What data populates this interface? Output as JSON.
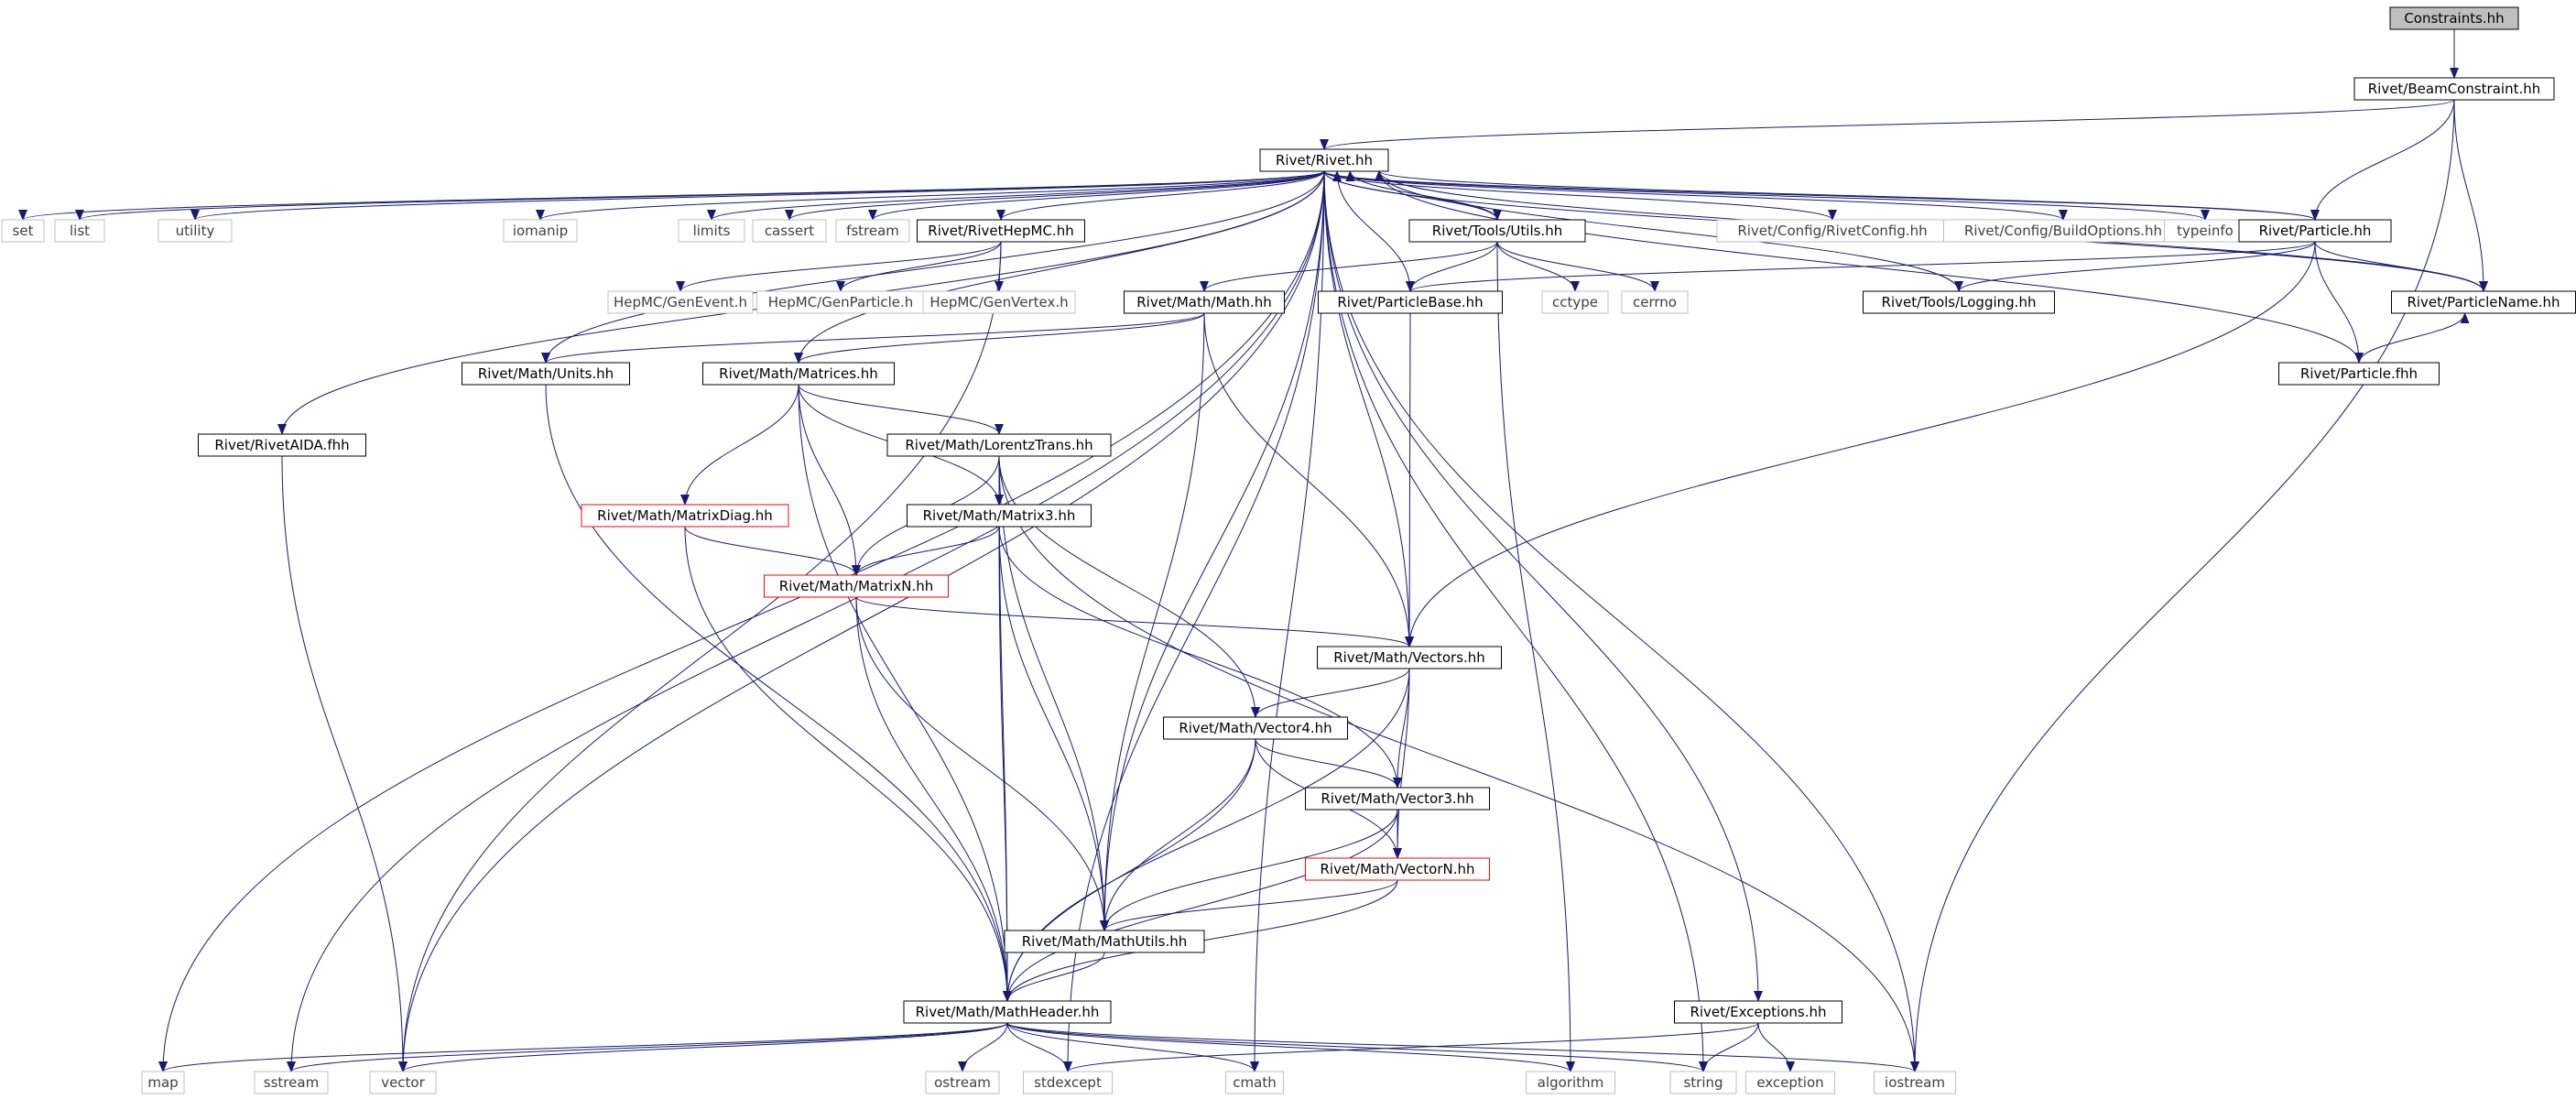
{
  "colors": {
    "edge": "#191970",
    "border_default": "#000000",
    "border_external": "#bfbfbf",
    "border_truncated": "#ff0000",
    "root_fill": "#bfbfbf",
    "text_default": "#000000",
    "text_external": "#404040"
  },
  "nodes": [
    {
      "id": "constraints",
      "label": "Constraints.hh",
      "style": "root"
    },
    {
      "id": "beamconstraint",
      "label": "Rivet/BeamConstraint.hh",
      "style": "normal"
    },
    {
      "id": "rivet",
      "label": "Rivet/Rivet.hh",
      "style": "normal"
    },
    {
      "id": "set",
      "label": "set",
      "style": "external"
    },
    {
      "id": "list",
      "label": "list",
      "style": "external"
    },
    {
      "id": "utility",
      "label": "utility",
      "style": "external"
    },
    {
      "id": "iomanip",
      "label": "iomanip",
      "style": "external"
    },
    {
      "id": "limits",
      "label": "limits",
      "style": "external"
    },
    {
      "id": "cassert",
      "label": "cassert",
      "style": "external"
    },
    {
      "id": "fstream",
      "label": "fstream",
      "style": "external"
    },
    {
      "id": "rivethepmc",
      "label": "Rivet/RivetHepMC.hh",
      "style": "normal"
    },
    {
      "id": "toolsutils",
      "label": "Rivet/Tools/Utils.hh",
      "style": "normal"
    },
    {
      "id": "rivetconfig",
      "label": "Rivet/Config/RivetConfig.hh",
      "style": "external"
    },
    {
      "id": "buildoptions",
      "label": "Rivet/Config/BuildOptions.hh",
      "style": "external"
    },
    {
      "id": "typeinfo",
      "label": "typeinfo",
      "style": "external"
    },
    {
      "id": "particle",
      "label": "Rivet/Particle.hh",
      "style": "normal"
    },
    {
      "id": "genevent",
      "label": "HepMC/GenEvent.h",
      "style": "external"
    },
    {
      "id": "genparticle",
      "label": "HepMC/GenParticle.h",
      "style": "external"
    },
    {
      "id": "genvertex",
      "label": "HepMC/GenVertex.h",
      "style": "external"
    },
    {
      "id": "mathmath",
      "label": "Rivet/Math/Math.hh",
      "style": "normal"
    },
    {
      "id": "particlebase",
      "label": "Rivet/ParticleBase.hh",
      "style": "normal"
    },
    {
      "id": "cctype",
      "label": "cctype",
      "style": "external"
    },
    {
      "id": "cerrno",
      "label": "cerrno",
      "style": "external"
    },
    {
      "id": "logging",
      "label": "Rivet/Tools/Logging.hh",
      "style": "normal"
    },
    {
      "id": "particlename",
      "label": "Rivet/ParticleName.hh",
      "style": "normal"
    },
    {
      "id": "units",
      "label": "Rivet/Math/Units.hh",
      "style": "normal"
    },
    {
      "id": "matrices",
      "label": "Rivet/Math/Matrices.hh",
      "style": "normal"
    },
    {
      "id": "particlefhh",
      "label": "Rivet/Particle.fhh",
      "style": "normal"
    },
    {
      "id": "rivetaida",
      "label": "Rivet/RivetAIDA.fhh",
      "style": "normal"
    },
    {
      "id": "lorentz",
      "label": "Rivet/Math/LorentzTrans.hh",
      "style": "normal"
    },
    {
      "id": "matrixdiag",
      "label": "Rivet/Math/MatrixDiag.hh",
      "style": "truncated"
    },
    {
      "id": "matrix3",
      "label": "Rivet/Math/Matrix3.hh",
      "style": "normal"
    },
    {
      "id": "matrixn",
      "label": "Rivet/Math/MatrixN.hh",
      "style": "truncated"
    },
    {
      "id": "vectors",
      "label": "Rivet/Math/Vectors.hh",
      "style": "normal"
    },
    {
      "id": "vector4",
      "label": "Rivet/Math/Vector4.hh",
      "style": "normal"
    },
    {
      "id": "vector3",
      "label": "Rivet/Math/Vector3.hh",
      "style": "normal"
    },
    {
      "id": "vectorn",
      "label": "Rivet/Math/VectorN.hh",
      "style": "truncated"
    },
    {
      "id": "mathutils",
      "label": "Rivet/Math/MathUtils.hh",
      "style": "normal"
    },
    {
      "id": "mathheader",
      "label": "Rivet/Math/MathHeader.hh",
      "style": "normal"
    },
    {
      "id": "exceptions",
      "label": "Rivet/Exceptions.hh",
      "style": "normal"
    },
    {
      "id": "map",
      "label": "map",
      "style": "external"
    },
    {
      "id": "sstream",
      "label": "sstream",
      "style": "external"
    },
    {
      "id": "vector",
      "label": "vector",
      "style": "external"
    },
    {
      "id": "ostream",
      "label": "ostream",
      "style": "external"
    },
    {
      "id": "stdexcept",
      "label": "stdexcept",
      "style": "external"
    },
    {
      "id": "cmath",
      "label": "cmath",
      "style": "external"
    },
    {
      "id": "algorithm",
      "label": "algorithm",
      "style": "external"
    },
    {
      "id": "string",
      "label": "string",
      "style": "external"
    },
    {
      "id": "exception",
      "label": "exception",
      "style": "external"
    },
    {
      "id": "iostream",
      "label": "iostream",
      "style": "external"
    }
  ],
  "edges": [
    [
      "constraints",
      "beamconstraint"
    ],
    [
      "beamconstraint",
      "rivet"
    ],
    [
      "beamconstraint",
      "particle"
    ],
    [
      "beamconstraint",
      "particlename"
    ],
    [
      "beamconstraint",
      "iostream"
    ],
    [
      "rivet",
      "set"
    ],
    [
      "rivet",
      "list"
    ],
    [
      "rivet",
      "utility"
    ],
    [
      "rivet",
      "iomanip"
    ],
    [
      "rivet",
      "limits"
    ],
    [
      "rivet",
      "cassert"
    ],
    [
      "rivet",
      "fstream"
    ],
    [
      "rivet",
      "rivethepmc"
    ],
    [
      "rivet",
      "toolsutils"
    ],
    [
      "rivet",
      "rivetconfig"
    ],
    [
      "rivet",
      "buildoptions"
    ],
    [
      "rivet",
      "typeinfo"
    ],
    [
      "rivet",
      "particle"
    ],
    [
      "rivet",
      "particlename"
    ],
    [
      "rivet",
      "map"
    ],
    [
      "rivet",
      "sstream"
    ],
    [
      "rivet",
      "vector"
    ],
    [
      "rivet",
      "stdexcept"
    ],
    [
      "rivet",
      "rivetaida"
    ],
    [
      "rivet",
      "units"
    ],
    [
      "rivet",
      "matrices"
    ],
    [
      "rivet",
      "mathutils"
    ],
    [
      "rivet",
      "vectors"
    ],
    [
      "rivet",
      "cmath"
    ],
    [
      "rivet",
      "exceptions"
    ],
    [
      "rivet",
      "string"
    ],
    [
      "rivet",
      "iostream"
    ],
    [
      "rivethepmc",
      "genevent"
    ],
    [
      "rivethepmc",
      "genparticle"
    ],
    [
      "rivethepmc",
      "genvertex"
    ],
    [
      "rivethepmc",
      "vector"
    ],
    [
      "toolsutils",
      "rivet"
    ],
    [
      "toolsutils",
      "mathmath"
    ],
    [
      "toolsutils",
      "cctype"
    ],
    [
      "toolsutils",
      "cerrno"
    ],
    [
      "toolsutils",
      "algorithm"
    ],
    [
      "toolsutils",
      "particlebase"
    ],
    [
      "particle",
      "rivet"
    ],
    [
      "particle",
      "particlename"
    ],
    [
      "particle",
      "particlefhh"
    ],
    [
      "particle",
      "particlebase"
    ],
    [
      "particle",
      "logging"
    ],
    [
      "particle",
      "vectors"
    ],
    [
      "particlename",
      "rivet"
    ],
    [
      "particlefhh",
      "rivet"
    ],
    [
      "particlefhh",
      "particlename"
    ],
    [
      "particlebase",
      "rivet"
    ],
    [
      "particlebase",
      "vectors"
    ],
    [
      "logging",
      "rivet"
    ],
    [
      "mathmath",
      "units"
    ],
    [
      "mathmath",
      "matrices"
    ],
    [
      "mathmath",
      "mathutils"
    ],
    [
      "mathmath",
      "vectors"
    ],
    [
      "units",
      "mathheader"
    ],
    [
      "matrices",
      "matrixdiag"
    ],
    [
      "matrices",
      "matrixn"
    ],
    [
      "matrices",
      "lorentz"
    ],
    [
      "matrices",
      "matrix3"
    ],
    [
      "matrices",
      "mathheader"
    ],
    [
      "lorentz",
      "matrix3"
    ],
    [
      "lorentz",
      "matrixn"
    ],
    [
      "lorentz",
      "vector4"
    ],
    [
      "lorentz",
      "mathutils"
    ],
    [
      "lorentz",
      "mathheader"
    ],
    [
      "lorentz",
      "iostream"
    ],
    [
      "matrixdiag",
      "matrixn"
    ],
    [
      "matrixdiag",
      "mathheader"
    ],
    [
      "matrix3",
      "matrixn"
    ],
    [
      "matrix3",
      "vector3"
    ],
    [
      "matrix3",
      "mathutils"
    ],
    [
      "matrix3",
      "mathheader"
    ],
    [
      "matrixn",
      "vectors"
    ],
    [
      "matrixn",
      "mathutils"
    ],
    [
      "matrixn",
      "mathheader"
    ],
    [
      "vectors",
      "vector4"
    ],
    [
      "vectors",
      "vector3"
    ],
    [
      "vectors",
      "vectorn"
    ],
    [
      "vectors",
      "mathheader"
    ],
    [
      "vector4",
      "vector3"
    ],
    [
      "vector4",
      "vectorn"
    ],
    [
      "vector4",
      "mathutils"
    ],
    [
      "vector4",
      "mathheader"
    ],
    [
      "vector3",
      "vectorn"
    ],
    [
      "vector3",
      "mathutils"
    ],
    [
      "vector3",
      "mathheader"
    ],
    [
      "vectorn",
      "mathutils"
    ],
    [
      "vectorn",
      "mathheader"
    ],
    [
      "mathutils",
      "mathheader"
    ],
    [
      "rivetaida",
      "vector"
    ],
    [
      "mathheader",
      "map"
    ],
    [
      "mathheader",
      "sstream"
    ],
    [
      "mathheader",
      "vector"
    ],
    [
      "mathheader",
      "ostream"
    ],
    [
      "mathheader",
      "stdexcept"
    ],
    [
      "mathheader",
      "cmath"
    ],
    [
      "mathheader",
      "algorithm"
    ],
    [
      "mathheader",
      "string"
    ],
    [
      "mathheader",
      "iostream"
    ],
    [
      "exceptions",
      "stdexcept"
    ],
    [
      "exceptions",
      "string"
    ],
    [
      "exceptions",
      "exception"
    ]
  ]
}
